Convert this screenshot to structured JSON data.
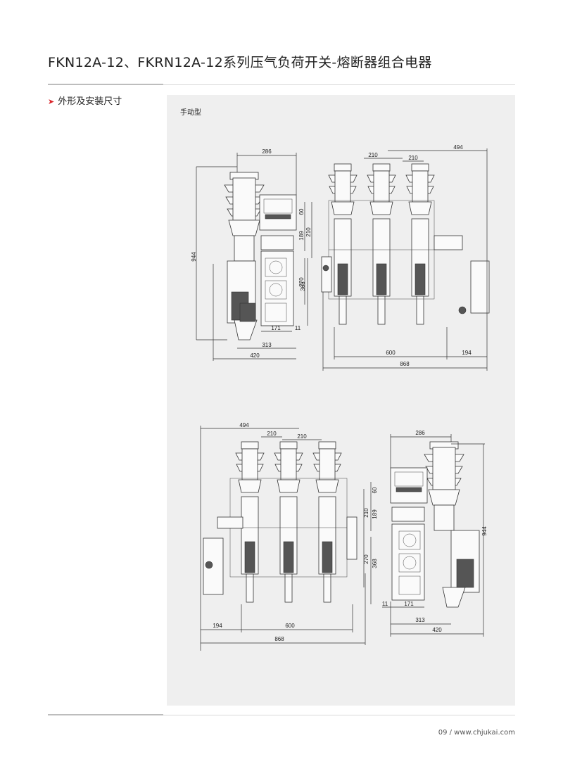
{
  "page": {
    "title": "FKN12A-12、FKRN12A-12系列压气负荷开关-熔断器组合电器",
    "section_label": "外形及安装尺寸",
    "subtitle": "手动型",
    "footer": "09 / www.chjukai.com"
  },
  "dimensions": {
    "top_left": {
      "d286": "286",
      "d944": "944",
      "d60": "60",
      "d189": "189",
      "d210": "210",
      "d270": "270",
      "d368": "368",
      "d171": "171",
      "d11": "11",
      "d313": "313",
      "d420": "420"
    },
    "top_right": {
      "d494": "494",
      "d210a": "210",
      "d210b": "210",
      "d600": "600",
      "d194": "194",
      "d868": "868"
    },
    "bottom_left": {
      "d494": "494",
      "d210a": "210",
      "d210b": "210",
      "d60": "60",
      "d210": "210",
      "d189": "189",
      "d270": "270",
      "d368": "368",
      "d194": "194",
      "d600": "600",
      "d868": "868"
    },
    "bottom_right": {
      "d286": "286",
      "d944": "944",
      "d11": "11",
      "d171": "171",
      "d313": "313",
      "d420": "420"
    }
  },
  "colors": {
    "accent": "#d9262b",
    "panel": "#efefef",
    "rule": "#d9d9d9"
  }
}
